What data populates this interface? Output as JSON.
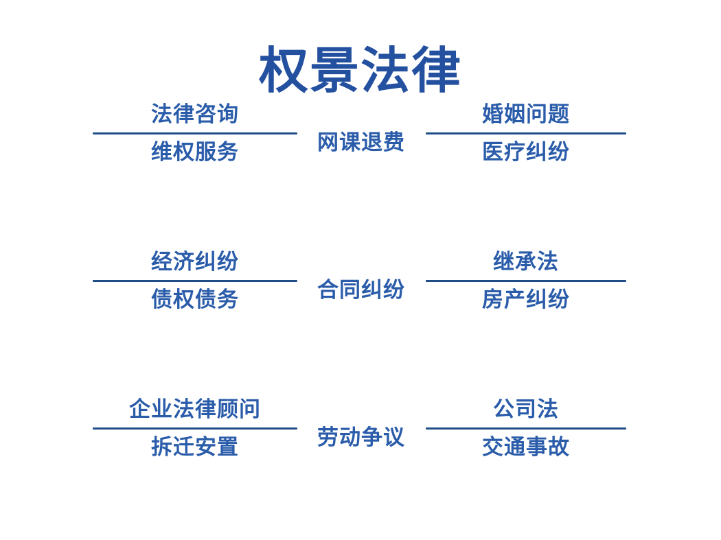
{
  "theme": {
    "background": "#ffffff",
    "title_color": "#2450A0",
    "label_color": "#2A5CAA",
    "divider_color": "#1F4E87"
  },
  "header": {
    "title": "权景法律"
  },
  "rows": [
    {
      "left": {
        "top": "法律咨询",
        "bottom": "维权服务"
      },
      "center": "网课退费",
      "right": {
        "top": "婚姻问题",
        "bottom": "医疗纠纷"
      }
    },
    {
      "left": {
        "top": "经济纠纷",
        "bottom": "债权债务"
      },
      "center": "合同纠纷",
      "right": {
        "top": "继承法",
        "bottom": "房产纠纷"
      }
    },
    {
      "left": {
        "top": "企业法律顾问",
        "bottom": "拆迁安置"
      },
      "center": "劳动争议",
      "right": {
        "top": "公司法",
        "bottom": "交通事故"
      }
    }
  ]
}
